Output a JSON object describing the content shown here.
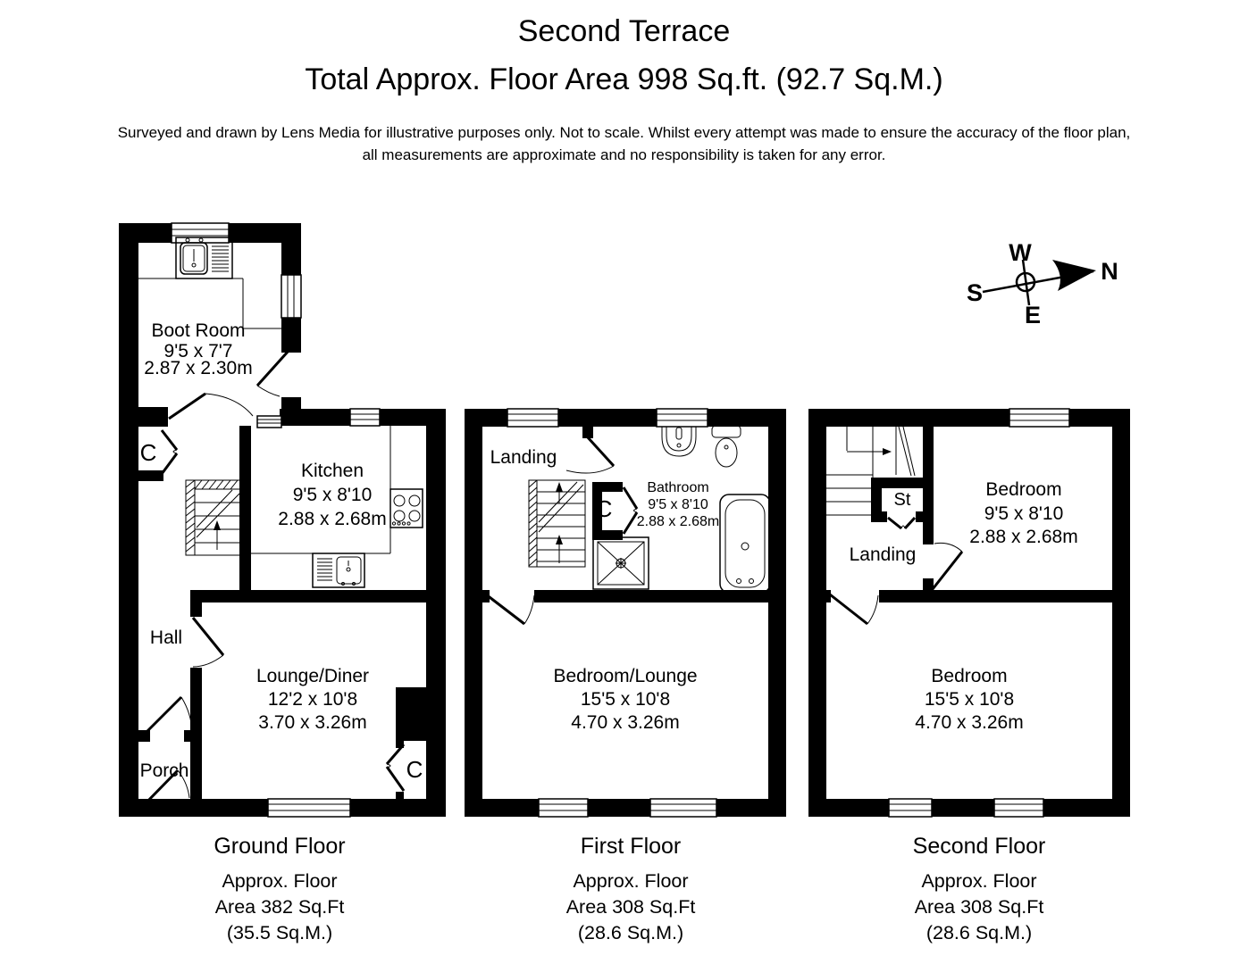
{
  "header": {
    "title": "Second Terrace",
    "subtitle": "Total Approx. Floor Area 998 Sq.ft. (92.7 Sq.M.)",
    "disclaimer_line1": "Surveyed and drawn by Lens Media for illustrative purposes only. Not to scale. Whilst every attempt was made to ensure the accuracy of the floor plan,",
    "disclaimer_line2": "all measurements are approximate and no responsibility is taken for any error."
  },
  "compass": {
    "n": "N",
    "s": "S",
    "e": "E",
    "w": "W"
  },
  "ground": {
    "title": "Ground Floor",
    "area": [
      "Approx. Floor",
      "Area 382 Sq.Ft",
      "(35.5 Sq.M.)"
    ],
    "boot_room": {
      "name": "Boot Room",
      "imperial": "9'5 x 7'7",
      "metric": "2.87 x 2.30m"
    },
    "kitchen": {
      "name": "Kitchen",
      "imperial": "9'5 x 8'10",
      "metric": "2.88 x 2.68m"
    },
    "lounge_diner": {
      "name": "Lounge/Diner",
      "imperial": "12'2 x 10'8",
      "metric": "3.70 x 3.26m"
    },
    "hall": "Hall",
    "porch": "Porch",
    "cupboard_hall": "C",
    "cupboard_lounge": "C"
  },
  "first": {
    "title": "First Floor",
    "area": [
      "Approx. Floor",
      "Area 308 Sq.Ft",
      "(28.6 Sq.M.)"
    ],
    "landing": "Landing",
    "bathroom": {
      "name": "Bathroom",
      "imperial": "9'5 x 8'10",
      "metric": "2.88 x 2.68m"
    },
    "bedroom_lounge": {
      "name": "Bedroom/Lounge",
      "imperial": "15'5 x 10'8",
      "metric": "4.70 x 3.26m"
    },
    "cupboard": "C"
  },
  "second": {
    "title": "Second Floor",
    "area": [
      "Approx. Floor",
      "Area 308 Sq.Ft",
      "(28.6 Sq.M.)"
    ],
    "landing": "Landing",
    "store": "St",
    "bedroom_front": {
      "name": "Bedroom",
      "imperial": "9'5 x 8'10",
      "metric": "2.88 x 2.68m"
    },
    "bedroom_back": {
      "name": "Bedroom",
      "imperial": "15'5 x 10'8",
      "metric": "4.70 x 3.26m"
    }
  }
}
